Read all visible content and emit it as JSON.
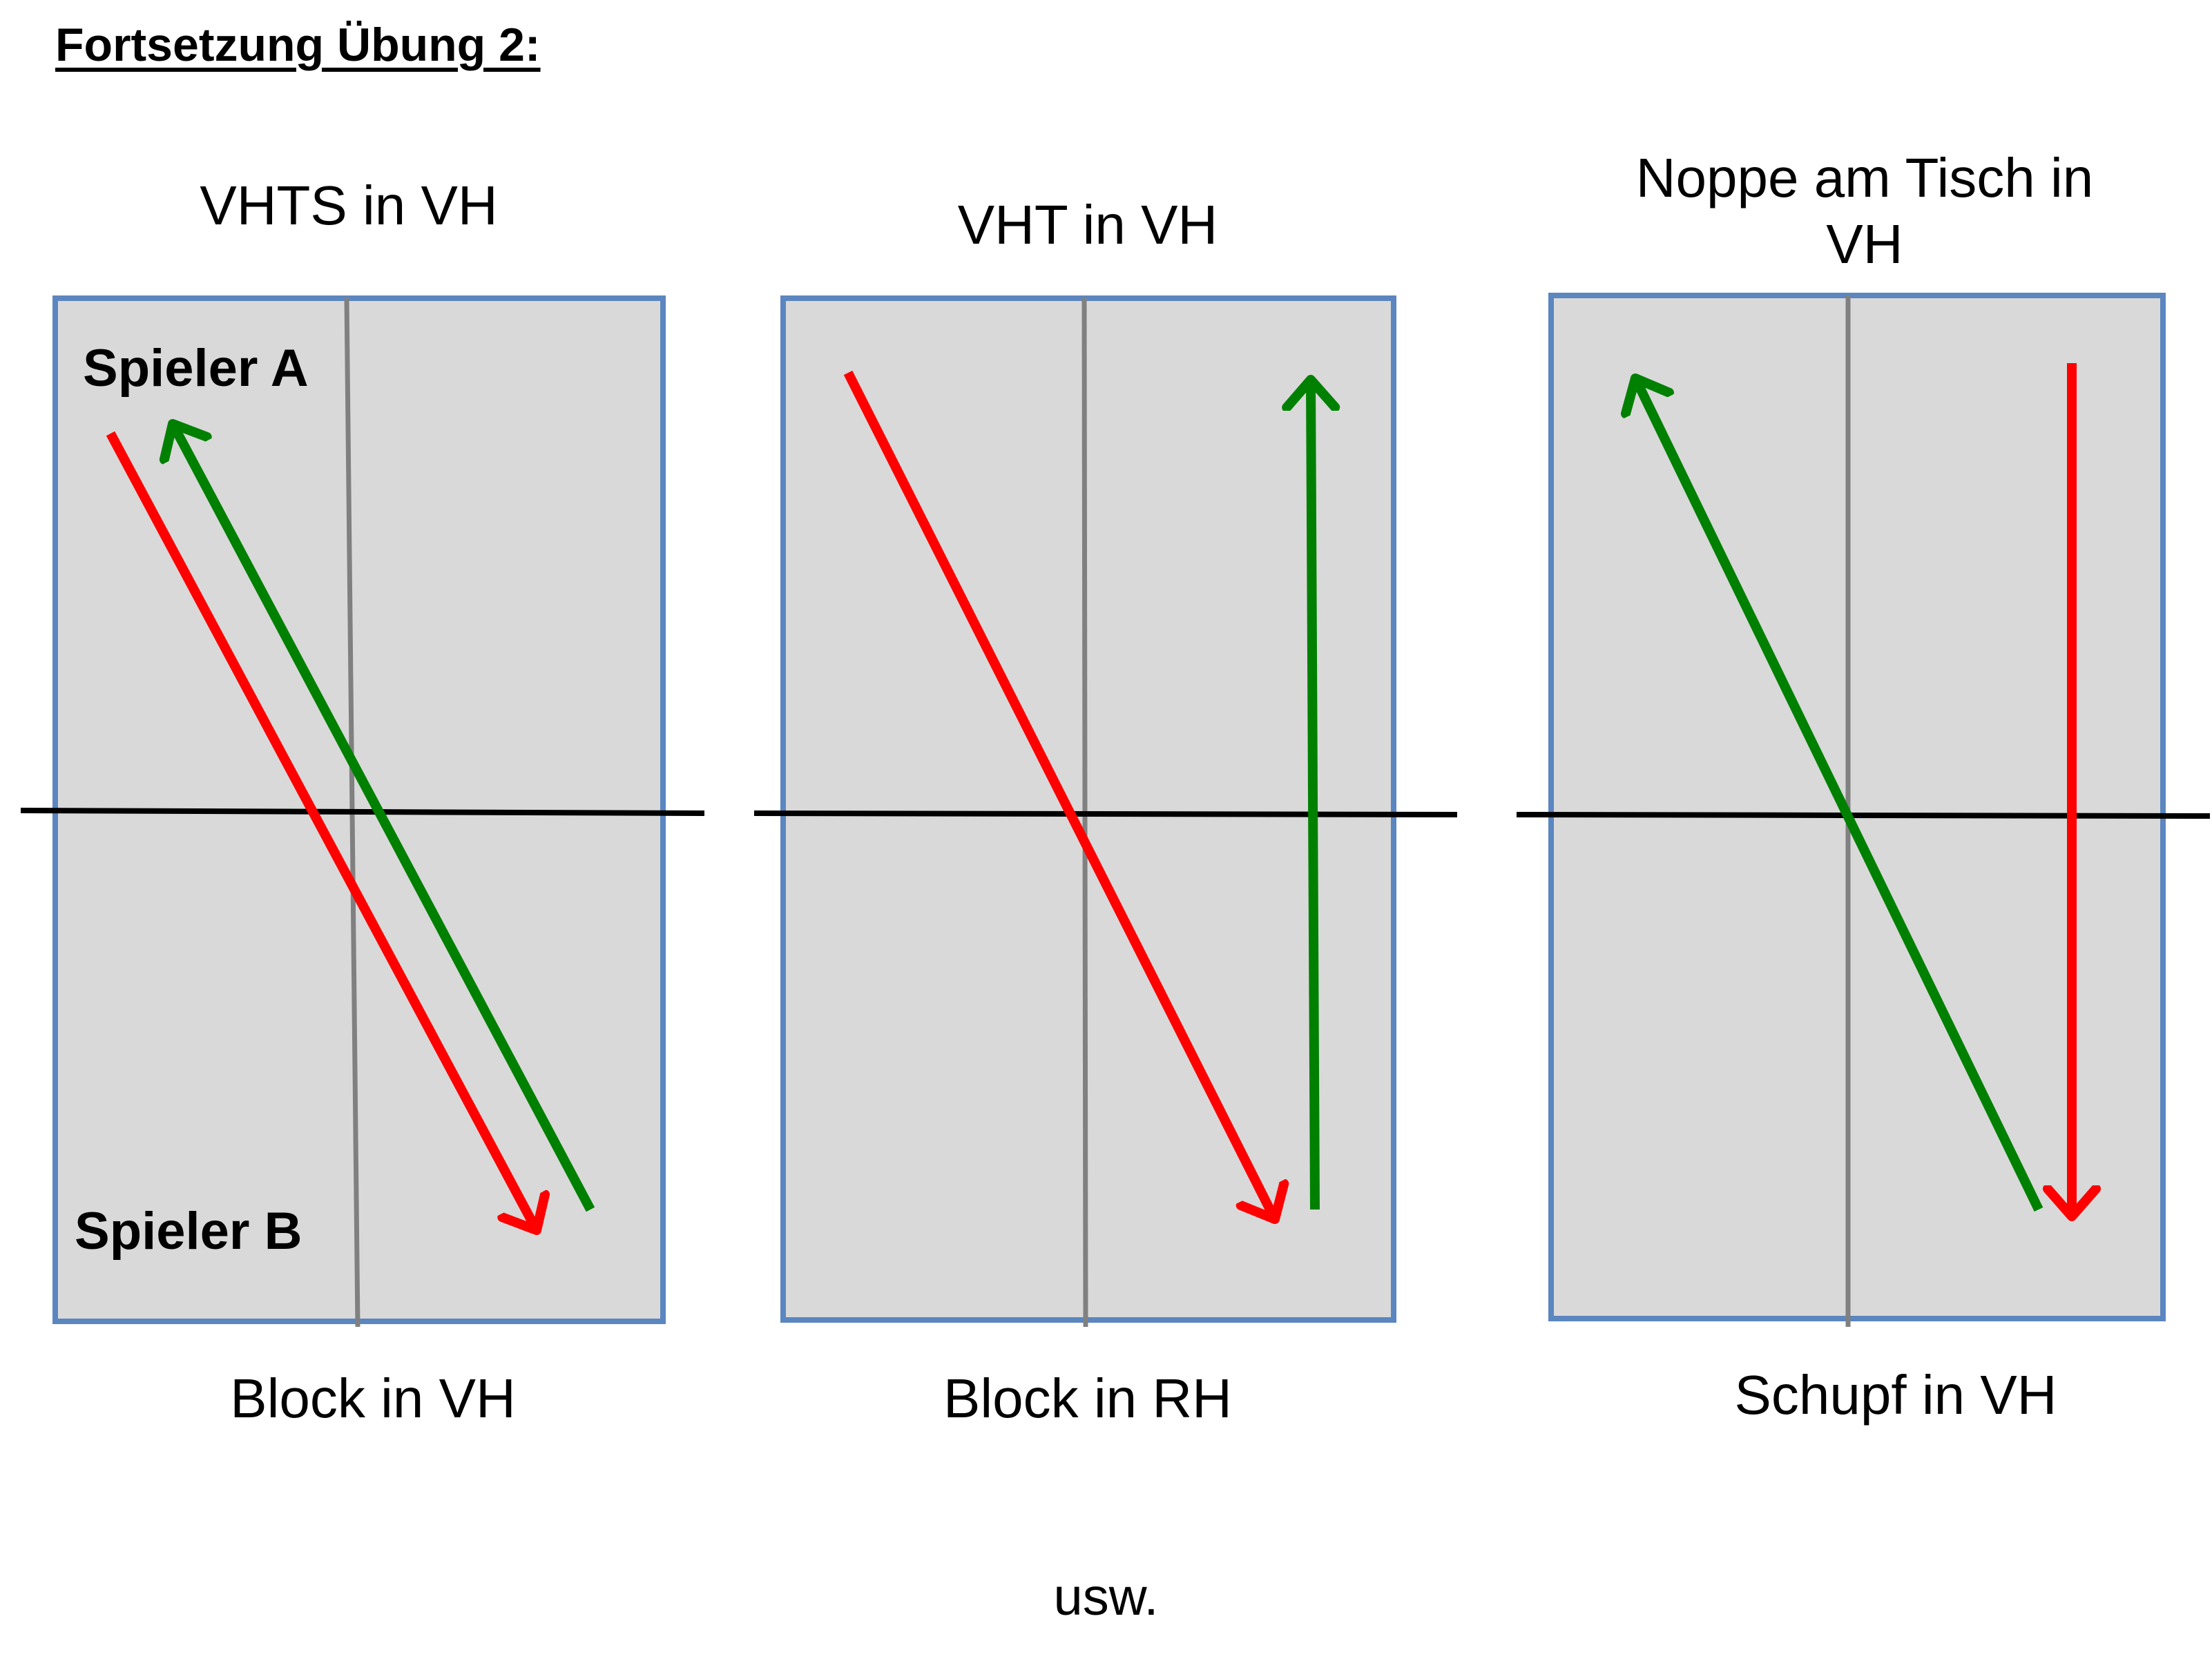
{
  "heading": "Fortsetzung Übung 2:",
  "footer": "usw.",
  "colors": {
    "table_fill": "#d9d9d9",
    "table_border": "#5b86c0",
    "net": "#000000",
    "center_line": "#808080",
    "red_arrow": "#ff0000",
    "green_arrow": "#008000"
  },
  "panels": [
    {
      "title": "VHTS in VH",
      "caption": "Block in VH",
      "player_a": "Spieler A",
      "player_b": "Spieler B"
    },
    {
      "title": "VHT in VH",
      "caption": "Block in RH"
    },
    {
      "title_line1": "Noppe am Tisch in",
      "title_line2": "VH",
      "caption": "Schupf in VH"
    }
  ]
}
